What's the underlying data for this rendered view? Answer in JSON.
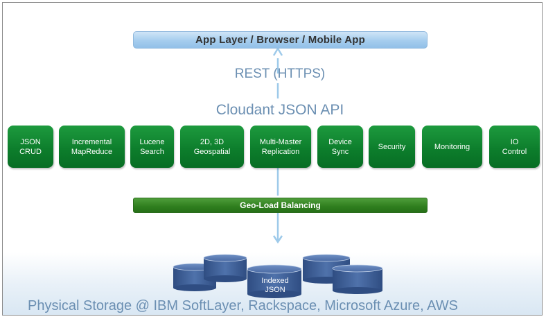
{
  "app_layer": "App Layer / Browser / Mobile App",
  "rest_label": "REST (HTTPS)",
  "api_title": "Cloudant JSON API",
  "features": [
    "JSON\nCRUD",
    "Incremental\nMapReduce",
    "Lucene\nSearch",
    "2D, 3D\nGeospatial",
    "Multi-Master\nReplication",
    "Device\nSync",
    "Security",
    "Monitoring",
    "IO\nControl"
  ],
  "geo_load_balancing": "Geo-Load Balancing",
  "indexed_json": "Indexed\nJSON",
  "storage_label": "Physical Storage @ IBM SoftLayer, Rackspace, Microsoft Azure, AWS",
  "colors": {
    "feature_green": "#0c7c2b",
    "geo_green": "#2f7e1e",
    "app_layer_blue": "#a5cdee",
    "text_blue": "#6b8fb2",
    "arrow_blue": "#9ecaea",
    "db_blue": "#3e5f95"
  }
}
